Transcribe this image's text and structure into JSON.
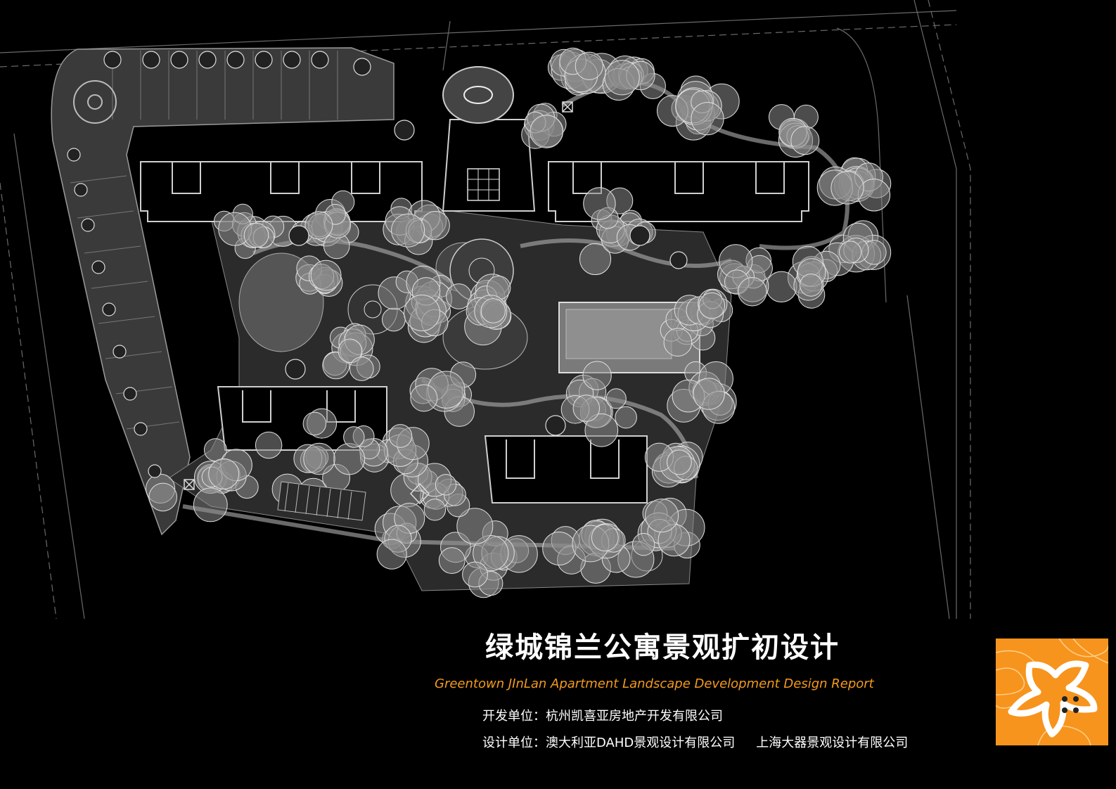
{
  "title": {
    "chinese": "绿城锦兰公寓景观扩初设计",
    "english": "Greentown JInLan Apartment Landscape  Development Design Report"
  },
  "credits": {
    "developer_label": "开发单位：",
    "developer_value": "杭州凯喜亚房地产开发有限公司",
    "designer_label": "设计单位：",
    "designer_value_1": "澳大利亚DAHD景观设计有限公司",
    "designer_value_2": "上海大器景观设计有限公司"
  },
  "colors": {
    "background": "#000000",
    "accent_orange": "#f39a1e",
    "logo_orange": "#f7941d",
    "linework": "#bfbfbf",
    "tree_fill": "#8a8a8a"
  },
  "icons": {
    "site_plan": "landscape-site-plan-drawing",
    "logo": "orange-flower-logo"
  }
}
